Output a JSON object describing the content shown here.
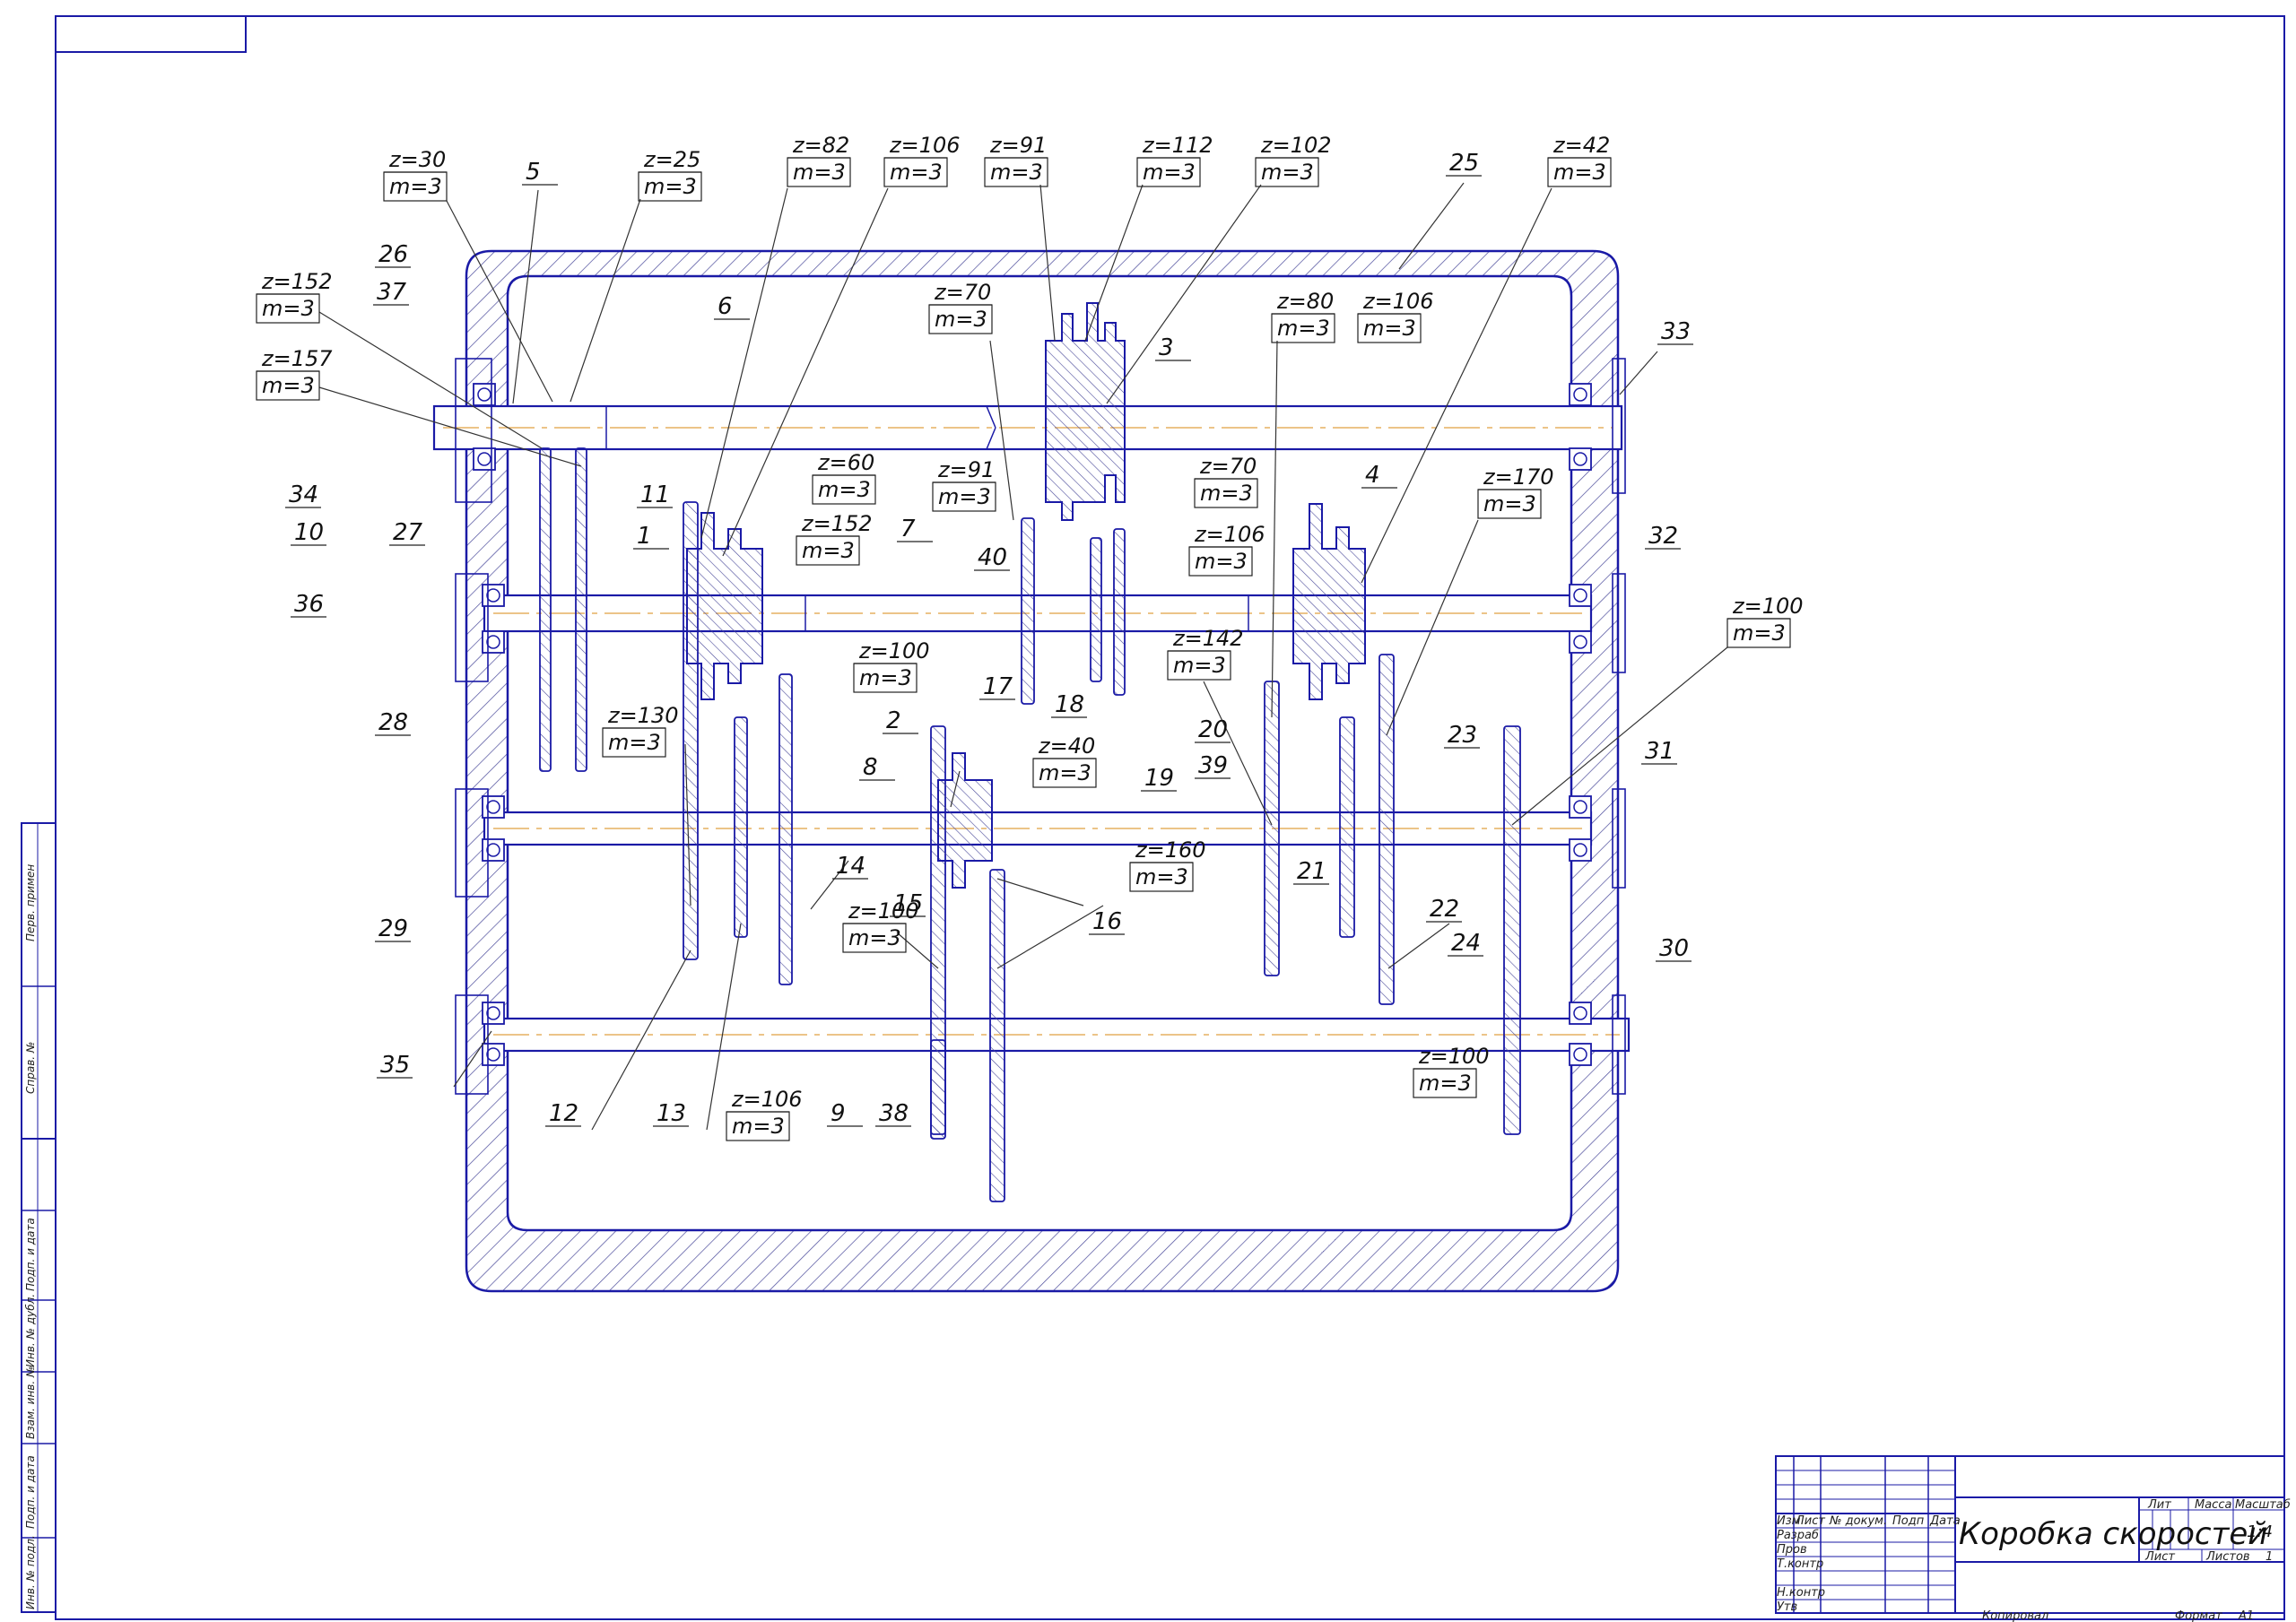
{
  "title_block": {
    "title": "Коробка скоростей",
    "lit_header": "Лит",
    "mass_header": "Масса",
    "scale_header": "Масштаб",
    "scale_value": "1:4",
    "sheet_label": "Лист",
    "sheets_label": "Листов",
    "sheets_value": "1",
    "col_izm": "Изм",
    "col_list": "Лист",
    "col_doc": "№ докум.",
    "col_sign": "Подп",
    "col_date": "Дата",
    "row_razrab": "Разраб",
    "row_prov": "Пров",
    "row_tkontr": "Т.контр",
    "row_nkontr": "Н.контр",
    "row_utv": "Утв",
    "copied": "Копировал",
    "format_label": "Формат",
    "format_value": "A1"
  },
  "side_stamp": {
    "perv_primen": "Перв. примен",
    "sprav": "Справ. №",
    "podp_data_1": "Подп. и дата",
    "inv_dubl": "Инв. № дубл.",
    "vzam_inv": "Взам. инв. №",
    "podp_data_2": "Подп. и дата",
    "inv_podl": "Инв. № подл."
  },
  "gear_labels": [
    {
      "z": "z=30",
      "m": "m=3"
    },
    {
      "z": "z=25",
      "m": "m=3"
    },
    {
      "z": "z=82",
      "m": "m=3"
    },
    {
      "z": "z=106",
      "m": "m=3"
    },
    {
      "z": "z=91",
      "m": "m=3"
    },
    {
      "z": "z=112",
      "m": "m=3"
    },
    {
      "z": "z=102",
      "m": "m=3"
    },
    {
      "z": "z=42",
      "m": "m=3"
    },
    {
      "z": "z=152",
      "m": "m=3"
    },
    {
      "z": "z=157",
      "m": "m=3"
    },
    {
      "z": "z=70",
      "m": "m=3"
    },
    {
      "z": "z=80",
      "m": "m=3"
    },
    {
      "z": "z=106",
      "m": "m=3"
    },
    {
      "z": "z=60",
      "m": "m=3"
    },
    {
      "z": "z=152",
      "m": "m=3"
    },
    {
      "z": "z=91",
      "m": "m=3"
    },
    {
      "z": "z=70",
      "m": "m=3"
    },
    {
      "z": "z=106",
      "m": "m=3"
    },
    {
      "z": "z=170",
      "m": "m=3"
    },
    {
      "z": "z=100",
      "m": "m=3"
    },
    {
      "z": "z=142",
      "m": "m=3"
    },
    {
      "z": "z=100",
      "m": "m=3"
    },
    {
      "z": "z=130",
      "m": "m=3"
    },
    {
      "z": "z=40",
      "m": "m=3"
    },
    {
      "z": "z=160",
      "m": "m=3"
    },
    {
      "z": "z=100",
      "m": "m=3"
    },
    {
      "z": "z=106",
      "m": "m=3"
    },
    {
      "z": "z=100",
      "m": "m=3"
    }
  ],
  "part_numbers": [
    "5",
    "6",
    "3",
    "25",
    "26",
    "37",
    "33",
    "11",
    "1",
    "7",
    "4",
    "34",
    "10",
    "27",
    "32",
    "36",
    "40",
    "17",
    "18",
    "19",
    "2",
    "8",
    "20",
    "39",
    "21",
    "22",
    "23",
    "31",
    "28",
    "14",
    "15",
    "16",
    "24",
    "29",
    "30",
    "35",
    "12",
    "13",
    "9",
    "38"
  ],
  "colors": {
    "line": "#1a1aa6",
    "hatch": "#4a4a9a",
    "text": "#111111",
    "axis": "#e0a040"
  }
}
